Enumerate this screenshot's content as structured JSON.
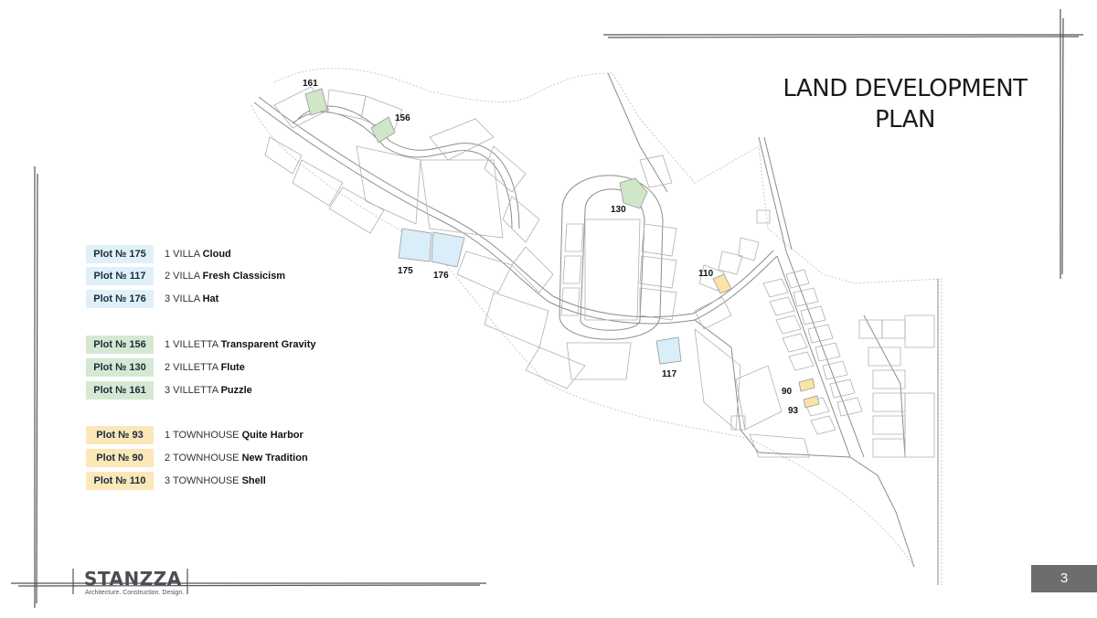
{
  "title": {
    "line1": "LAND DEVELOPMENT",
    "line2": "PLAN"
  },
  "legend": [
    {
      "tag": "Plot № 175",
      "prefix": "1 VILLA ",
      "name": "Cloud",
      "color": "#dff0f8"
    },
    {
      "tag": "Plot № 117",
      "prefix": "2 VILLA ",
      "name": "Fresh Classicism",
      "color": "#dff0f8"
    },
    {
      "tag": "Plot № 176",
      "prefix": "3 VILLA ",
      "name": "Hat",
      "color": "#dff0f8"
    },
    {
      "tag": "Plot № 156",
      "prefix": "1 VILLETTA ",
      "name": "Transparent  Gravity",
      "color": "#d5e8d2"
    },
    {
      "tag": "Plot № 130",
      "prefix": "2 VILLETTA ",
      "name": "Flute",
      "color": "#d5e8d2"
    },
    {
      "tag": "Plot № 161",
      "prefix": "3 VILLETTA ",
      "name": "Puzzle",
      "color": "#d5e8d2"
    },
    {
      "tag": "Plot № 93",
      "prefix": "1 TOWNHOUSE ",
      "name": "Quite Harbor",
      "color": "#fbe7b8"
    },
    {
      "tag": "Plot № 90",
      "prefix": "2 TOWNHOUSE ",
      "name": "New Tradition",
      "color": "#fbe7b8"
    },
    {
      "tag": "Plot № 110",
      "prefix": "3 TOWNHOUSE ",
      "name": "Shell",
      "color": "#fbe7b8"
    }
  ],
  "map_labels": {
    "p161": "161",
    "p156": "156",
    "p130": "130",
    "p175": "175",
    "p176": "176",
    "p117": "117",
    "p110": "110",
    "p90": "90",
    "p93": "93"
  },
  "colors": {
    "villa": "#d9eef8",
    "villetta": "#cfe6c8",
    "townhouse": "#fbe3a6",
    "line": "#9a9a9a",
    "badge": "#6d6d6d"
  },
  "logo": {
    "name": "STANZZA",
    "tagline": "Architecture. Construction. Design."
  },
  "page_number": "3"
}
